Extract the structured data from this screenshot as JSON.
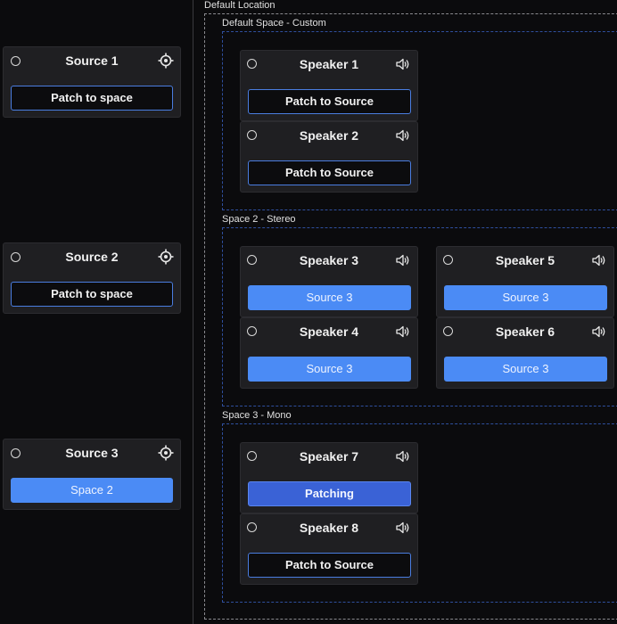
{
  "location": {
    "label": "Default Location"
  },
  "sources": [
    {
      "name": "Source 1",
      "button": "Patch to space"
    },
    {
      "name": "Source 2",
      "button": "Patch to space"
    },
    {
      "name": "Source 3",
      "button": "Space 2"
    }
  ],
  "spaces": [
    {
      "label": "Default Space - Custom"
    },
    {
      "label": "Space 2 - Stereo"
    },
    {
      "label": "Space 3 - Mono"
    }
  ],
  "speakers": [
    {
      "name": "Speaker 1",
      "button": "Patch to Source"
    },
    {
      "name": "Speaker 2",
      "button": "Patch to Source"
    },
    {
      "name": "Speaker 3",
      "button": "Source 3"
    },
    {
      "name": "Speaker 4",
      "button": "Source 3"
    },
    {
      "name": "Speaker 5",
      "button": "Source 3"
    },
    {
      "name": "Speaker 6",
      "button": "Source 3"
    },
    {
      "name": "Speaker 7",
      "button": "Patching"
    },
    {
      "name": "Speaker 8",
      "button": "Patch to Source"
    }
  ],
  "icons": {
    "source_target": "target-icon",
    "speaker": "speaker-icon"
  },
  "colors": {
    "accent": "#4b8bf5",
    "patching": "#3a62d6",
    "outline": "#4a7de0",
    "background": "#0b0b0d"
  }
}
